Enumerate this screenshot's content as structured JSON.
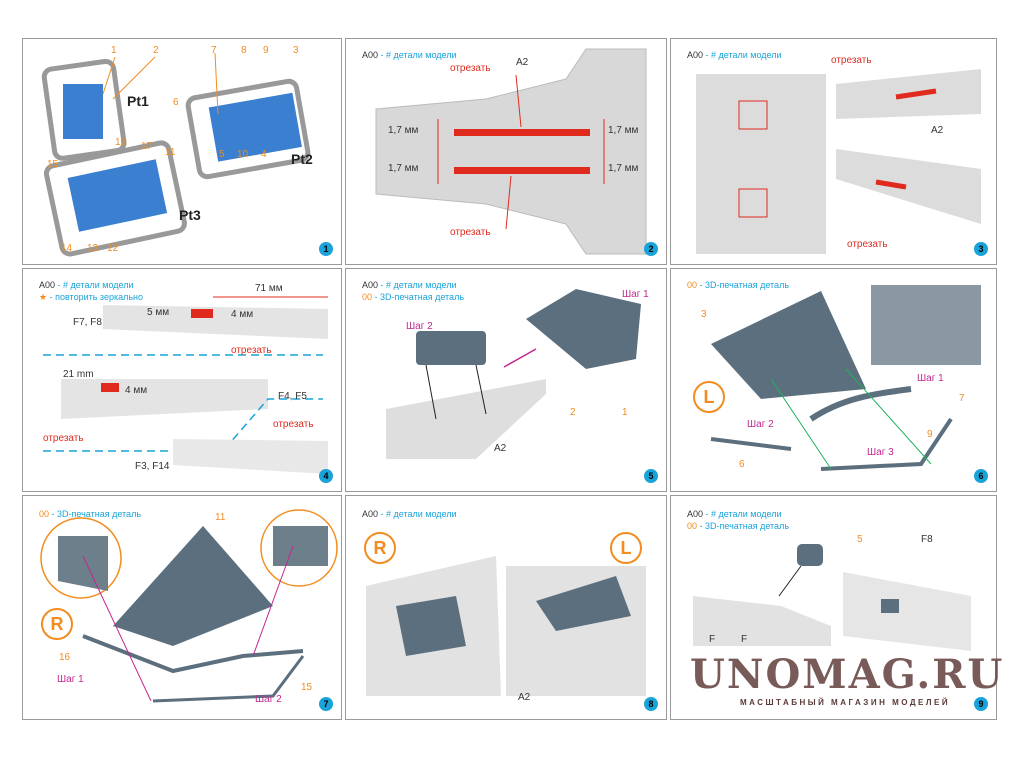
{
  "legend": {
    "code": "A00",
    "model_parts": "- # детали модели",
    "printed_code": "00",
    "printed_parts": "- 3D-печатная деталь",
    "mirror_star": "★",
    "mirror_text": "- повторить зеркально"
  },
  "panels": [
    {
      "step": "1",
      "labels": {
        "pt1": "Pt1",
        "pt2": "Pt2",
        "pt3": "Pt3",
        "numbers": [
          "1",
          "2",
          "7",
          "8",
          "9",
          "3",
          "6",
          "5",
          "10",
          "4",
          "16",
          "17",
          "11",
          "15",
          "14",
          "13",
          "12"
        ]
      }
    },
    {
      "step": "2",
      "labels": {
        "a2": "A2",
        "cut_top": "отрезать",
        "cut_bottom": "отрезать",
        "dim": "1,7 мм"
      }
    },
    {
      "step": "3",
      "labels": {
        "cut_top": "отрезать",
        "a2": "A2",
        "cut_bottom": "отрезать"
      }
    },
    {
      "step": "4",
      "labels": {
        "dim71": "71 мм",
        "dim5": "5 мм",
        "dim4a": "4 мм",
        "f7f8": "F7, F8",
        "cut1": "отрезать",
        "star": "*",
        "dim21": "21 mm",
        "dim4b": "4 мм",
        "f4f5": "F4, F5",
        "cut2": "отрезать",
        "cut3": "отрезать",
        "f3f14": "F3, F14"
      }
    },
    {
      "step": "5",
      "labels": {
        "step1": "Шаг 1",
        "step2": "Шаг 2",
        "n2": "2",
        "n1": "1",
        "a2": "A2"
      }
    },
    {
      "step": "6",
      "labels": {
        "n3": "3",
        "L": "L",
        "step1": "Шаг 1",
        "n7": "7",
        "step2": "Шаг 2",
        "n6": "6",
        "n9": "9",
        "step3": "Шаг 3"
      }
    },
    {
      "step": "7",
      "labels": {
        "n11": "11",
        "R": "R",
        "n16": "16",
        "step1": "Шаг 1",
        "step2": "Шаг 2",
        "n15": "15"
      }
    },
    {
      "step": "8",
      "labels": {
        "R": "R",
        "L": "L",
        "a2": "A2"
      }
    },
    {
      "step": "9",
      "labels": {
        "n5": "5",
        "f8": "F8",
        "f_a": "F",
        "f_b": "F"
      }
    }
  ],
  "watermark": {
    "brand": "UNOMAG.RU",
    "tagline": "МАСШТАБНЫЙ МАГАЗИН МОДЕЛЕЙ"
  },
  "colors": {
    "part_blue": "#3a7fd0",
    "print_gray": "#5c6f7e",
    "cut_red": "#e02a1e",
    "accent_cyan": "#1aa3d9",
    "accent_orange": "#f28c1e"
  }
}
